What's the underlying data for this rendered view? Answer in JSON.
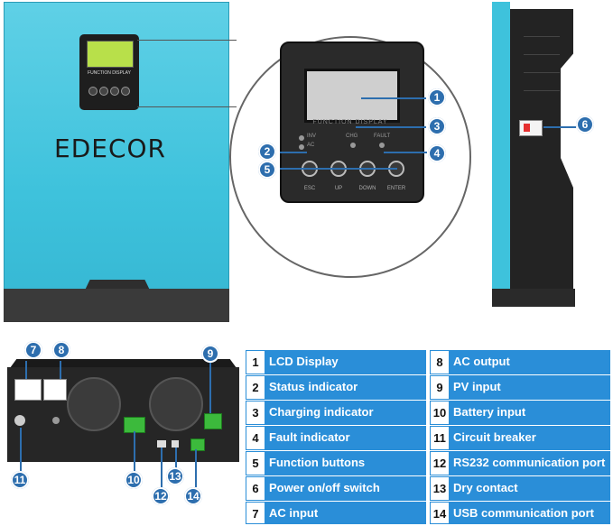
{
  "brand": "EDECOR",
  "panel": {
    "title": "FUNCTION DISPLAY",
    "indicators": {
      "inv": "INV",
      "ac": "AC",
      "chg": "CHG",
      "fault": "FAULT"
    },
    "buttons": [
      "ESC",
      "UP",
      "DOWN",
      "ENTER"
    ]
  },
  "callouts": [
    "1",
    "2",
    "3",
    "4",
    "5",
    "6",
    "7",
    "8",
    "9",
    "10",
    "11",
    "12",
    "13",
    "14"
  ],
  "table": {
    "left": [
      {
        "num": "1",
        "label": "LCD Display"
      },
      {
        "num": "2",
        "label": "Status indicator"
      },
      {
        "num": "3",
        "label": "Charging indicator"
      },
      {
        "num": "4",
        "label": "Fault indicator"
      },
      {
        "num": "5",
        "label": "Function buttons"
      },
      {
        "num": "6",
        "label": "Power on/off switch"
      },
      {
        "num": "7",
        "label": "AC input"
      }
    ],
    "right": [
      {
        "num": "8",
        "label": "AC output"
      },
      {
        "num": "9",
        "label": "PV input"
      },
      {
        "num": "10",
        "label": "Battery input"
      },
      {
        "num": "11",
        "label": "Circuit breaker"
      },
      {
        "num": "12",
        "label": "RS232 communication port"
      },
      {
        "num": "13",
        "label": "Dry contact"
      },
      {
        "num": "14",
        "label": "USB communication port"
      }
    ]
  },
  "colors": {
    "unit": "#3ec2dc",
    "badge": "#2d6eae",
    "table": "#2a8ed8"
  }
}
